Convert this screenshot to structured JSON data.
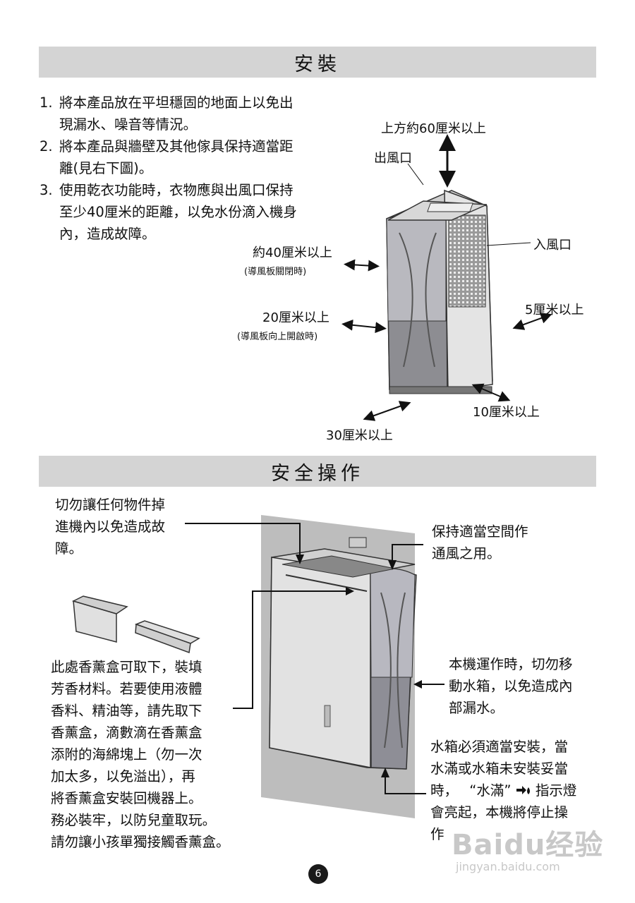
{
  "section1": {
    "title": "安裝",
    "items": [
      {
        "num": "1.",
        "line1": "將本產品放在平坦穩固的地面上以免出",
        "line2": "現漏水、噪音等情況。"
      },
      {
        "num": "2.",
        "line1": "將本產品與牆壁及其他傢具保持適當距",
        "line2": "離(見右下圖)。"
      },
      {
        "num": "3.",
        "line1": "使用乾衣功能時，衣物應與出風口保持",
        "line2": "至少40厘米的距離，以免水份滴入機身",
        "line3": "內，造成故障。"
      }
    ],
    "labels": {
      "top": "上方約60厘米以上",
      "outlet": "出風口",
      "inlet": "入風口",
      "side40": "約40厘米以上",
      "side40_note": "(導風板關閉時)",
      "side20": "20厘米以上",
      "side20_note": "(導風板向上開啟時)",
      "right5": "5厘米以上",
      "back10": "10厘米以上",
      "front30": "30厘米以上"
    }
  },
  "section2": {
    "title": "安全操作",
    "note_top_left": [
      "切勿讓任何物件掉",
      "進機內以免造成故",
      "障。"
    ],
    "note_top_right": [
      "保持適當空間作",
      "通風之用。"
    ],
    "note_aroma": [
      "此處香薰盒可取下，裝填",
      "芳香材料。若要使用液體",
      "香料、精油等，請先取下",
      "香薰盒，滴數滴在香薰盒",
      "添附的海綿塊上（勿一次",
      "加太多，以免溢出），再",
      "將香薰盒安裝回機器上。",
      "務必裝牢，以防兒童取玩。",
      "請勿讓小孩單獨接觸香薰盒。"
    ],
    "note_tank_move": [
      "本機運作時，切勿移",
      "動水箱，以免造成內",
      "部漏水。"
    ],
    "note_tank_install": {
      "lines": [
        "水箱必須適當安裝，當",
        "水滿或水箱未安裝妥當"
      ],
      "line3_pre": "時，",
      "line3_quote": "“水滿”",
      "line3_post": "指示燈",
      "lines_after": [
        "會亮起，本機將停止操",
        "作"
      ]
    }
  },
  "page_number": "6",
  "watermark": {
    "brand": "Baidu经验",
    "url": "jingyan.baidu.com"
  }
}
